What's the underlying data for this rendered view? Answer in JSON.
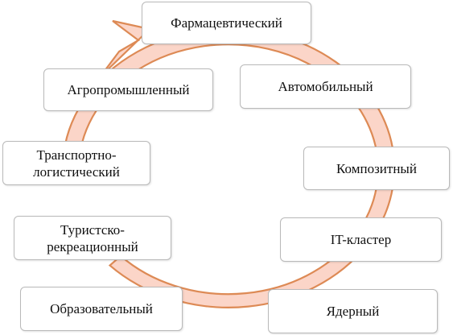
{
  "diagram": {
    "type": "cycle",
    "arrow_fill": "#fbd5c8",
    "arrow_stroke": "#dd8a55",
    "nodes": [
      {
        "id": "pharma",
        "label": "Фармацевтический"
      },
      {
        "id": "auto",
        "label": "Автомобильный"
      },
      {
        "id": "comp",
        "label": "Композитный"
      },
      {
        "id": "it",
        "label": "IT-кластер"
      },
      {
        "id": "nuclear",
        "label": "Ядерный"
      },
      {
        "id": "edu",
        "label": "Образовательный"
      },
      {
        "id": "tour",
        "label": "Туристско-\nрекреационный"
      },
      {
        "id": "trans",
        "label": "Транспортно-\nлогистический"
      },
      {
        "id": "agro",
        "label": "Агропромышленный"
      }
    ]
  }
}
